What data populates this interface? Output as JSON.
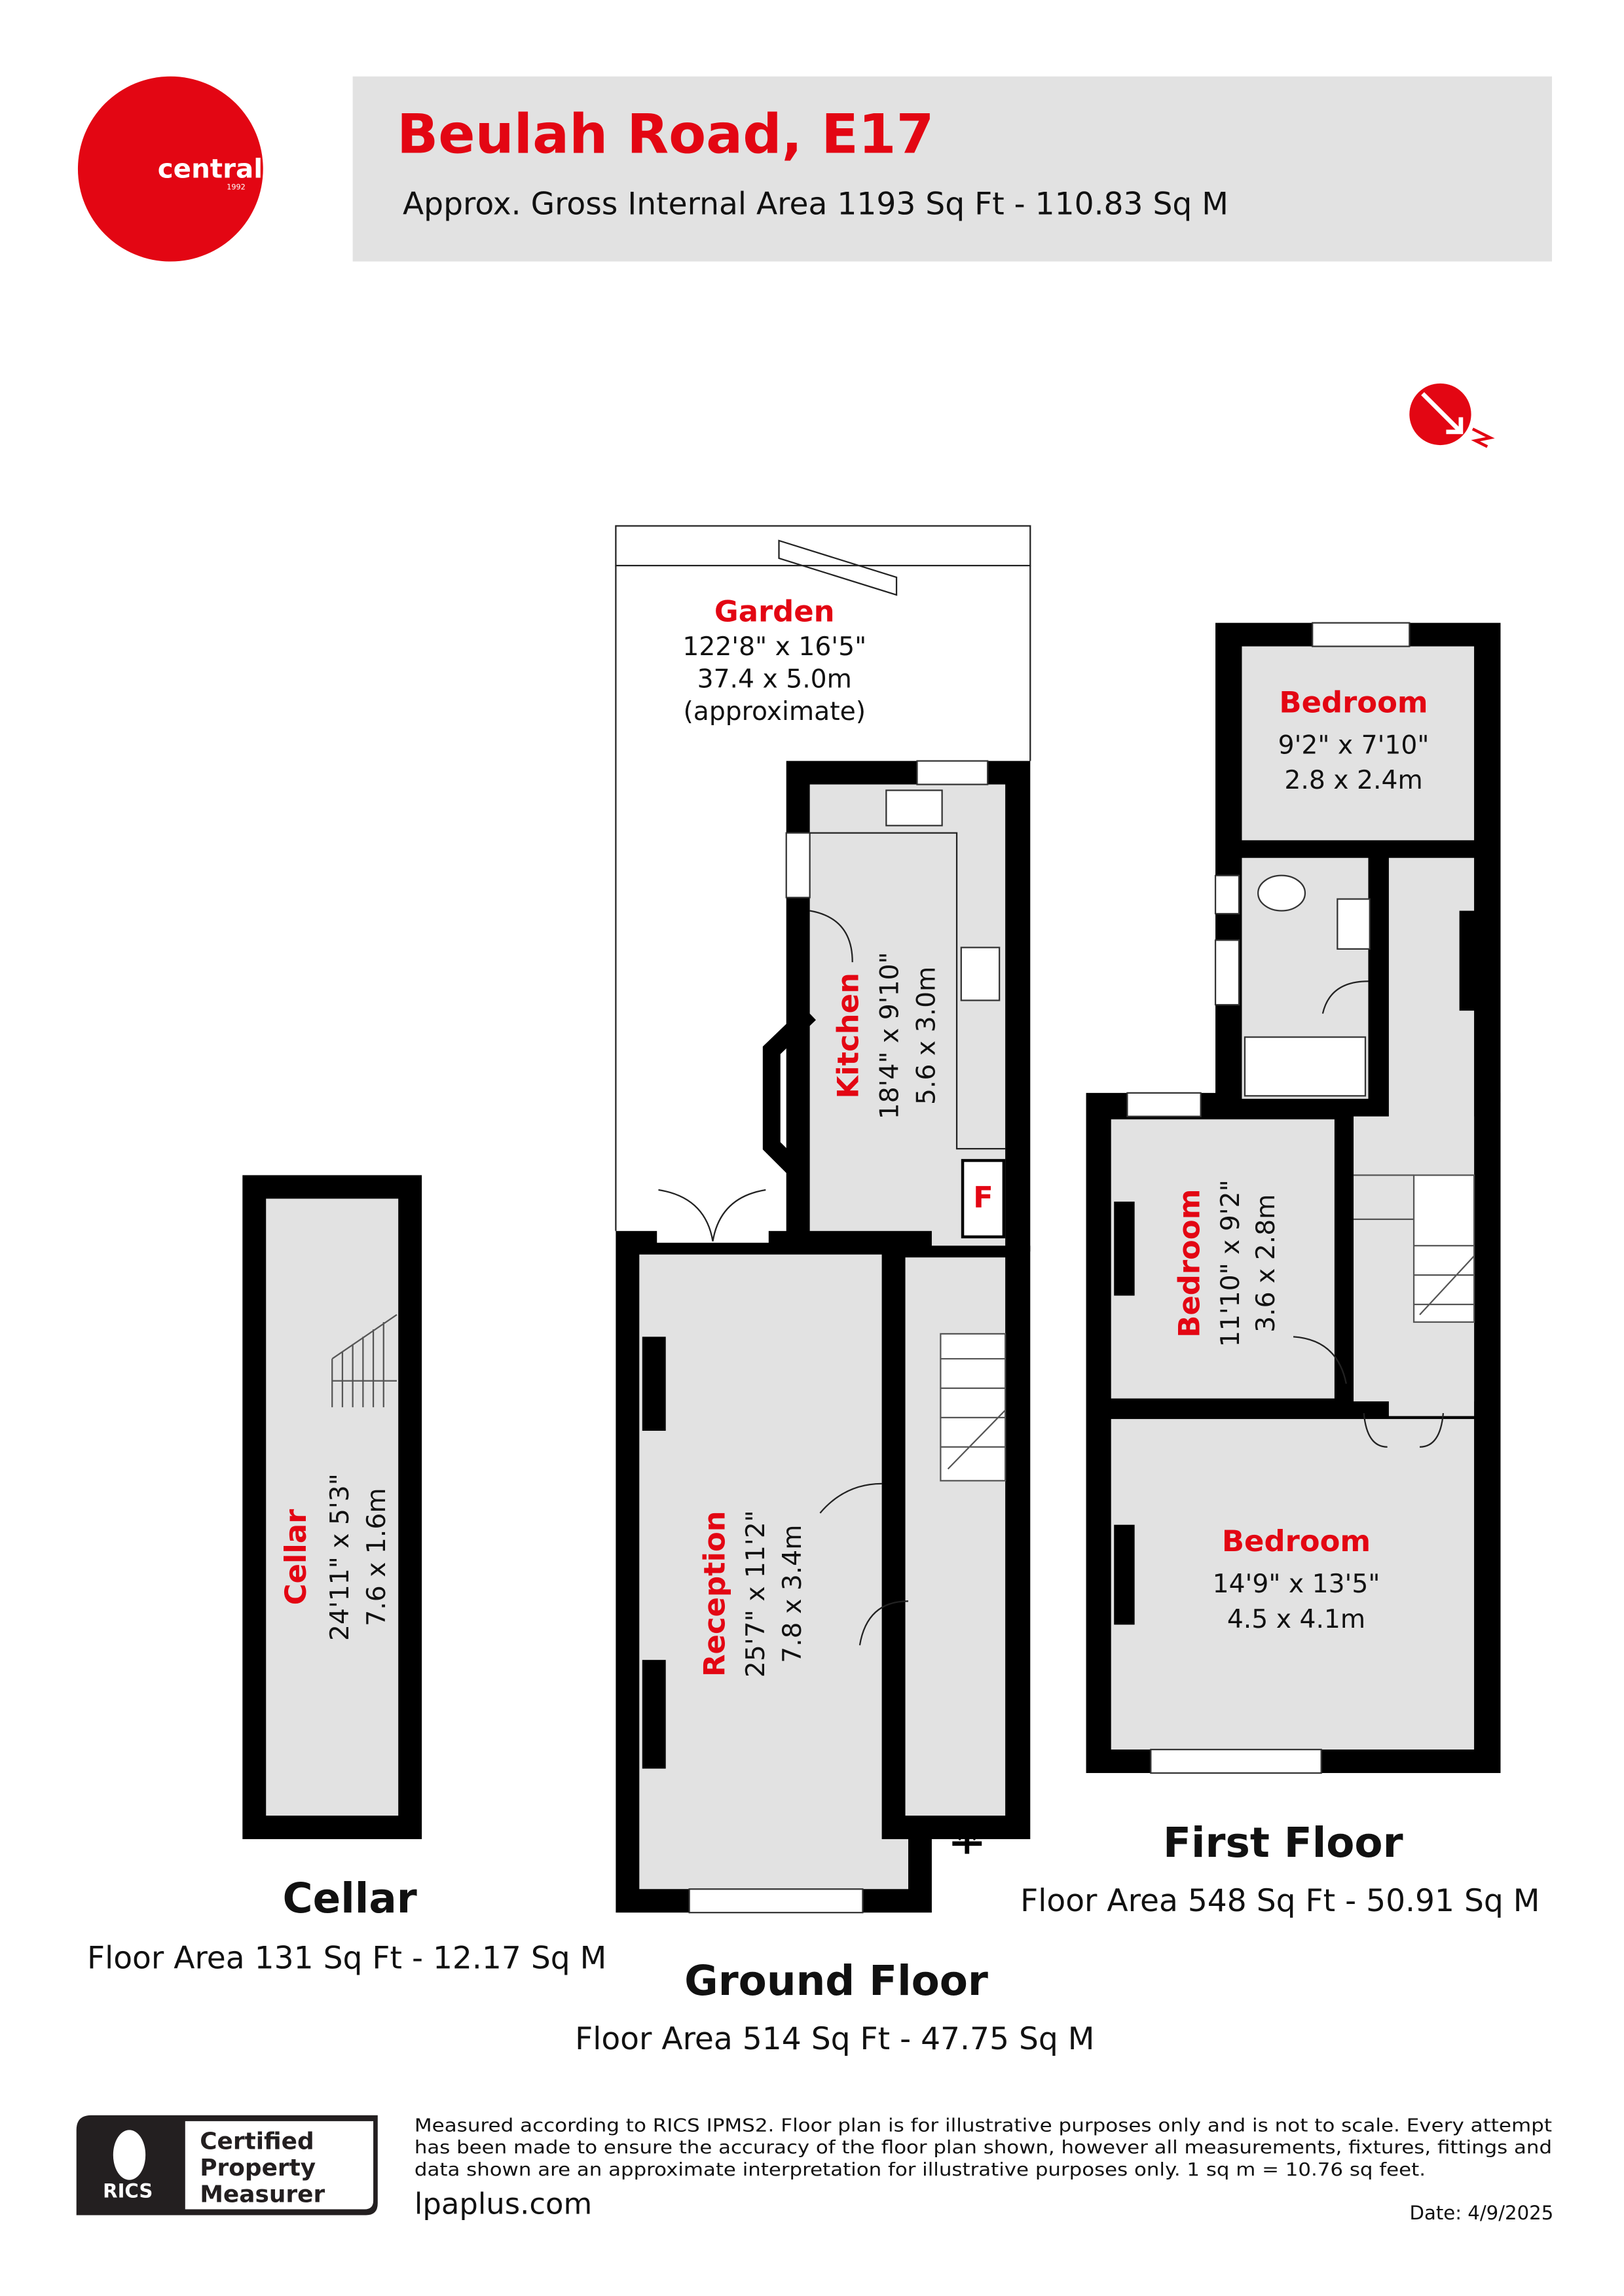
{
  "header": {
    "title": "Beulah Road, E17",
    "subtitle": "Approx. Gross Internal Area 1193 Sq Ft - 110.83 Sq M",
    "logo_text": "central",
    "logo_year": "1992",
    "brand_color": "#e30613",
    "compass_icon": "north-arrow"
  },
  "rooms": {
    "garden": {
      "name": "Garden",
      "imperial": "122'8\" x 16'5\"",
      "metric": "37.4 x 5.0m",
      "note": "(approximate)"
    },
    "kitchen": {
      "name": "Kitchen",
      "imperial": "18'4\" x 9'10\"",
      "metric": "5.6 x 3.0m"
    },
    "reception": {
      "name": "Reception",
      "imperial": "25'7\" x 11'2\"",
      "metric": "7.8 x 3.4m"
    },
    "cellar": {
      "name": "Cellar",
      "imperial": "24'11\" x 5'3\"",
      "metric": "7.6 x 1.6m"
    },
    "bedroom1": {
      "name": "Bedroom",
      "imperial": "9'2\" x 7'10\"",
      "metric": "2.8 x 2.4m"
    },
    "bedroom2": {
      "name": "Bedroom",
      "imperial": "11'10\" x 9'2\"",
      "metric": "3.6 x 2.8m"
    },
    "bedroom3": {
      "name": "Bedroom",
      "imperial": "14'9\" x 13'5\"",
      "metric": "4.5 x 4.1m"
    },
    "fridge_label": "F"
  },
  "floors": {
    "cellar": {
      "title": "Cellar",
      "area": "Floor Area 131 Sq Ft - 12.17 Sq M"
    },
    "ground": {
      "title": "Ground Floor",
      "area": "Floor Area 514 Sq Ft - 47.75 Sq M"
    },
    "first": {
      "title": "First Floor",
      "area": "Floor Area 548 Sq Ft - 50.91 Sq M"
    }
  },
  "footer": {
    "badge_org": "RICS",
    "badge_line1": "Certified",
    "badge_line2": "Property",
    "badge_line3": "Measurer",
    "disclaimer_line1": "Measured according to RICS IPMS2. Floor plan is for illustrative purposes only and is not to scale. Every attempt",
    "disclaimer_line2": "has been made to ensure the accuracy of the floor plan shown, however all measurements, fixtures, fittings and",
    "disclaimer_line3": "data shown are an approximate interpretation for illustrative purposes only. 1 sq m = 10.76 sq feet.",
    "website": "lpaplus.com",
    "date": "Date: 4/9/2025"
  }
}
